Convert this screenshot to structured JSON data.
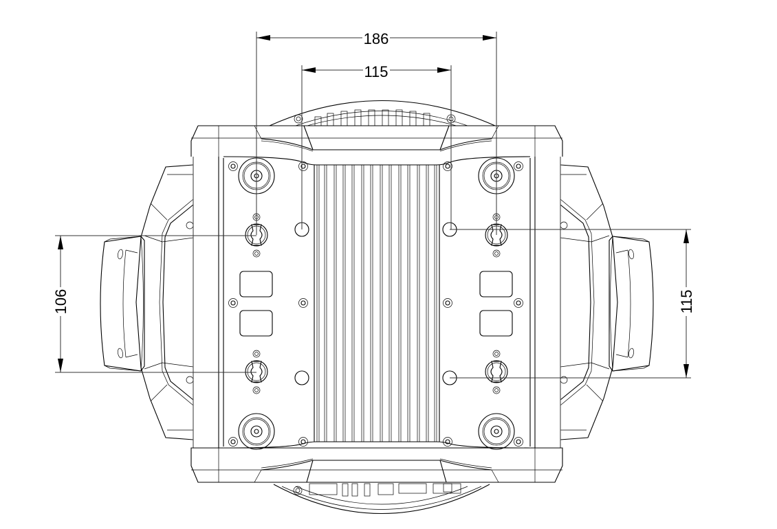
{
  "drawing": {
    "type": "technical line drawing",
    "subject": "moving head light fixture - bottom view",
    "line_color": "#000000",
    "background": "#ffffff"
  },
  "dimensions": {
    "top_outer": {
      "label": "186",
      "orientation": "horizontal"
    },
    "top_inner": {
      "label": "115",
      "orientation": "horizontal"
    },
    "left": {
      "label": "106",
      "orientation": "vertical"
    },
    "right": {
      "label": "115",
      "orientation": "vertical"
    }
  },
  "components": {
    "feet": 4,
    "quarter_turn_mounts": 4,
    "mounting_holes": 4,
    "rectangular_panels": 4,
    "heatsink_fins": 14,
    "handles": 2
  }
}
